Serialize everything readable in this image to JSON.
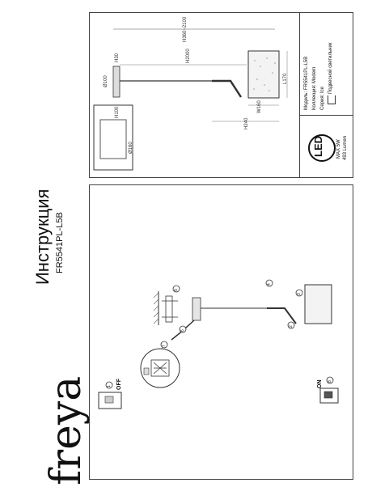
{
  "brand": "freya",
  "heading": "Инструкция",
  "model_code": "FR5541PL-L5B",
  "dimensions": {
    "h100": "H100",
    "d160": "Ø160",
    "d100": "Ø100",
    "h360_2100": "H360~2100",
    "h30": "H30",
    "h2000": "H2000",
    "l170": "L170",
    "w160": "W160",
    "h240": "H240"
  },
  "specs": {
    "model_label": "Модель:",
    "model_value": "FR5541PL-L5B",
    "collection_label": "Коллекция:",
    "collection_value": "Modern",
    "series_label": "Серия:",
    "series_value": "Ice",
    "type_value": "Подвесной светильник"
  },
  "led": {
    "badge": "LED",
    "power": "MAX 5W",
    "lumen": "493 Lumen"
  },
  "steps": {
    "s1": "1",
    "s2": "2",
    "s3": "3",
    "s4": "4",
    "s5": "5",
    "s6": "6",
    "s7": "7",
    "s8": "8"
  },
  "switch": {
    "off": "OFF",
    "on": "ON"
  }
}
